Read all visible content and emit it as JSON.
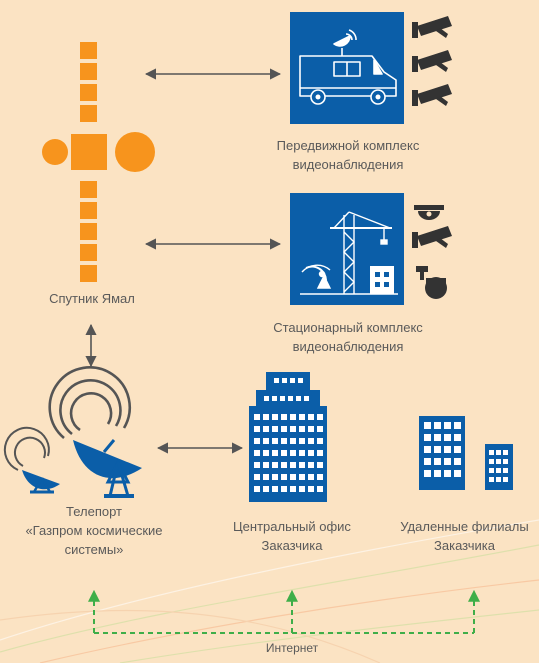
{
  "colors": {
    "background": "#fbe3c3",
    "satellite": "#f7941d",
    "blue": "#0b5ea8",
    "dark": "#333333",
    "arrow": "#555555",
    "internet_link": "#3fae49"
  },
  "nodes": {
    "satellite": {
      "icon": "satellite-icon",
      "label": "Спутник  Ямал"
    },
    "mobile": {
      "icon": "van-icon",
      "line1": "Передвижной комплекс",
      "line2": "видеонаблюдения"
    },
    "stationary": {
      "icon": "construction-crane-icon",
      "line1": "Стационарный комплекс",
      "line2": "видеонаблюдения"
    },
    "teleport": {
      "icon": "satellite-dish-icon",
      "line1": "Телепорт",
      "line2": "«Газпром космические",
      "line3": "системы»"
    },
    "central_office": {
      "icon": "office-building-icon",
      "line1": "Центральный офис",
      "line2": "Заказчика"
    },
    "branches": {
      "icon": "branch-buildings-icon",
      "line1": "Удаленные филиалы",
      "line2": "Заказчика"
    }
  },
  "internet": {
    "label": "Интернет"
  }
}
